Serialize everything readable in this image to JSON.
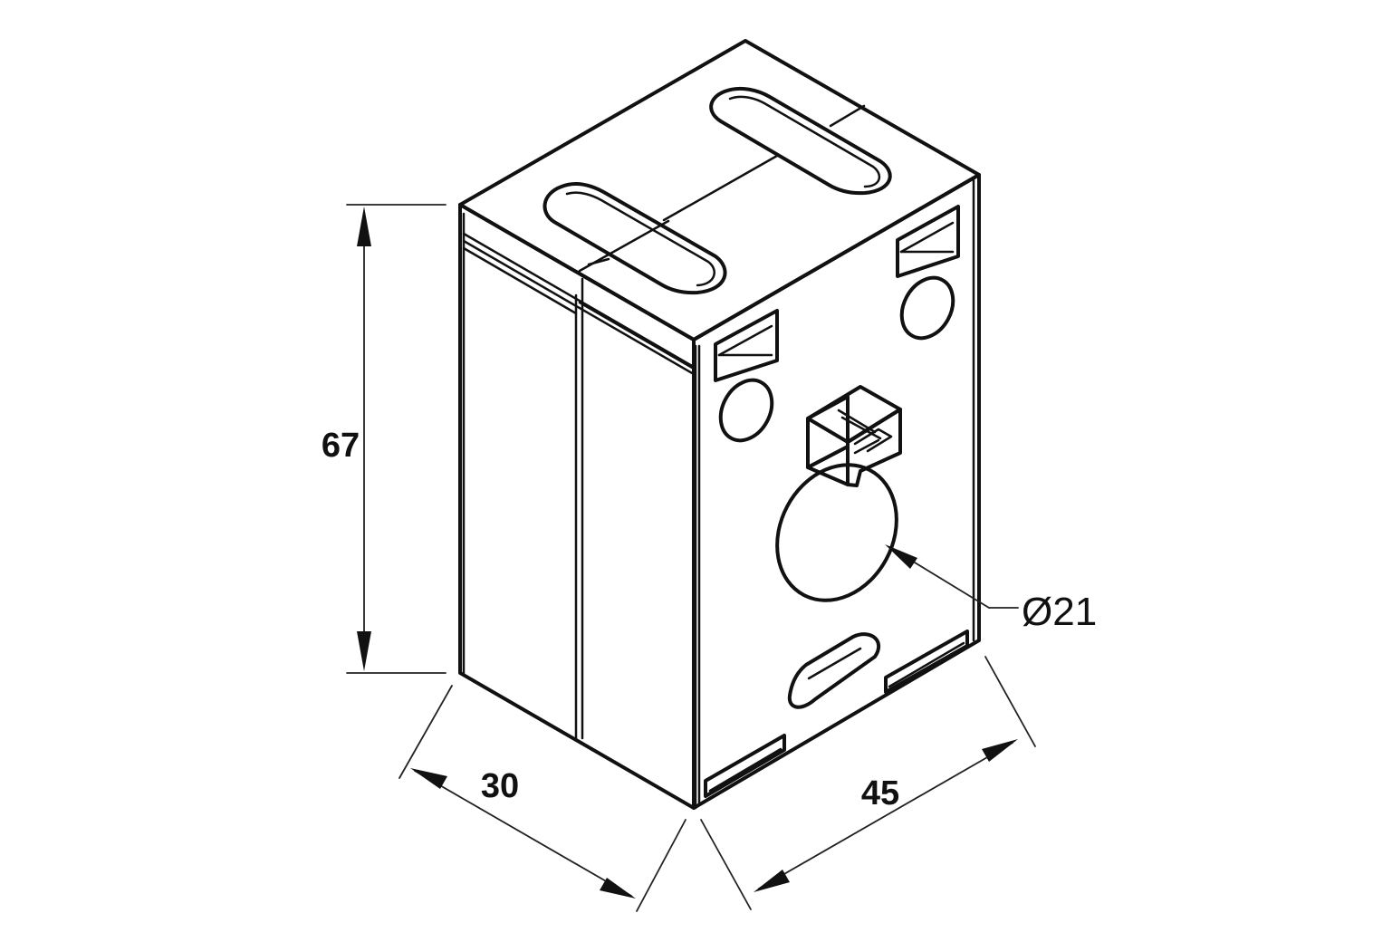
{
  "dimensions": {
    "height_label": "67",
    "depth_label": "30",
    "width_label": "45",
    "diameter_label": "Ø21"
  },
  "colors": {
    "line": "#111111",
    "background": "#ffffff"
  }
}
